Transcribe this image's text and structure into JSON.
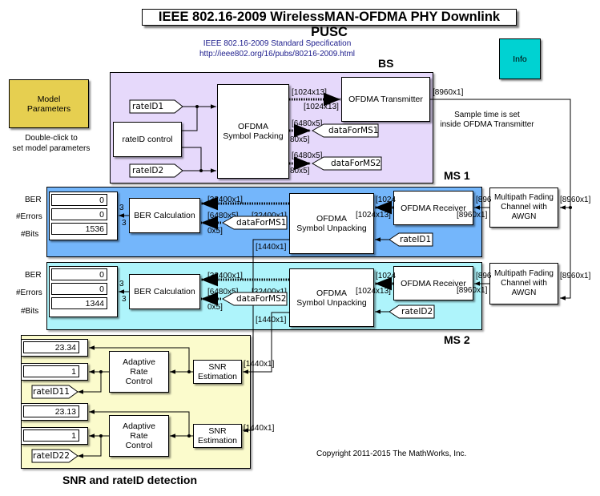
{
  "title": "IEEE 802.16-2009 WirelessMAN-OFDMA PHY Downlink PUSC",
  "spec": {
    "line1": "IEEE 802.16-2009 Standard Specification",
    "line2": "http://ieee802.org/16/pubs/80216-2009.html"
  },
  "info_button": "Info",
  "model_params": {
    "label": "Model\nParameters",
    "caption": "Double-click to\nset model parameters",
    "color": "#e6cf50"
  },
  "bs": {
    "label": "BS",
    "color": "#e6d9fb",
    "rateid1": "rateID1",
    "rateid2": "rateID2",
    "rateid_control": "rateID control",
    "symbol_packing": "OFDMA\nSymbol Packing",
    "transmitter": "OFDMA Transmitter",
    "goto_ms1": "dataForMS1",
    "goto_ms2": "dataForMS2",
    "sig_tx_in_top": "[1024x13]",
    "sig_tx_in_bot": "[1024x13]",
    "sig_ms1_top": "[6480x5]",
    "sig_ms1_bot": "80x5]",
    "sig_ms2_top": "[6480x5]",
    "sig_ms2_bot": "80x5]",
    "sig_tx_out": "[8960x1]"
  },
  "sample_time_note": "Sample time is set\ninside OFDMA Transmitter",
  "ms1": {
    "label": "MS 1",
    "color": "#74b6fb",
    "display_labels": [
      "BER",
      "#Errors",
      "#Bits"
    ],
    "display_values": [
      "0",
      "0",
      "1536"
    ],
    "ber_calc": "BER Calculation",
    "unpacking": "OFDMA\nSymbol Unpacking",
    "receiver": "OFDMA Receiver",
    "from_data": "dataForMS1",
    "from_rate": "rateID1",
    "port_num_top": "3",
    "port_num_bot": "3",
    "sig_ber_in1": "[32400x1]",
    "sig_ber_in2": "[6480x5]",
    "sig_ber_in2b": "0x5]",
    "sig_unpack_out": "[32400x1]",
    "sig_unpack_snr": "[1440x1]",
    "sig_rx_top": "[1024",
    "sig_rx_bot": "[1024x13]",
    "sig_ch_top": "[896",
    "sig_ch_bot": "[8960x1]",
    "channel": "Multipath Fading\nChannel with\nAWGN",
    "sig_ch_in": "[8960x1]"
  },
  "ms2": {
    "label": "MS 2",
    "color": "#aef4fb",
    "display_labels": [
      "BER",
      "#Errors",
      "#Bits"
    ],
    "display_values": [
      "0",
      "0",
      "1344"
    ],
    "ber_calc": "BER Calculation",
    "unpacking": "OFDMA\nSymbol Unpacking",
    "receiver": "OFDMA Receiver",
    "from_data": "dataForMS2",
    "from_rate": "rateID2",
    "port_num_top": "3",
    "port_num_bot": "3",
    "sig_ber_in1": "[32400x1]",
    "sig_ber_in2": "[6480x5]",
    "sig_ber_in2b": "0x5]",
    "sig_unpack_out": "[32400x1]",
    "sig_unpack_snr": "[1440x1]",
    "sig_rx_top": "[1024",
    "sig_rx_bot": "[1024x13]",
    "sig_ch_top": "[896",
    "sig_ch_bot": "[8960x1]",
    "channel": "Multipath Fading\nChannel with\nAWGN",
    "sig_ch_in": "[8960x1]"
  },
  "snr": {
    "label": "SNR and rateID detection",
    "color": "#fbfbcc",
    "path1": {
      "snr_value": "23.34",
      "rate_value": "1",
      "adaptive": "Adaptive\nRate\nControl",
      "estimation": "SNR\nEstimation",
      "goto": "rateID11",
      "sig_in": "[1440x1]"
    },
    "path2": {
      "snr_value": "23.13",
      "rate_value": "1",
      "adaptive": "Adaptive\nRate\nControl",
      "estimation": "SNR\nEstimation",
      "goto": "rateID22",
      "sig_in": "[1440x1]"
    }
  },
  "copyright": "Copyright 2011-2015 The MathWorks, Inc."
}
